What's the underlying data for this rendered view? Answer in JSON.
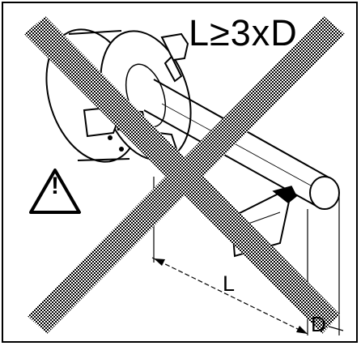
{
  "diagram": {
    "rule_label": "L≥3xD",
    "length_label": "L",
    "diameter_label": "D",
    "warning_mark": "!",
    "icons": {
      "warning": "warning-triangle-icon",
      "prohibited": "cross-out-mark"
    }
  }
}
